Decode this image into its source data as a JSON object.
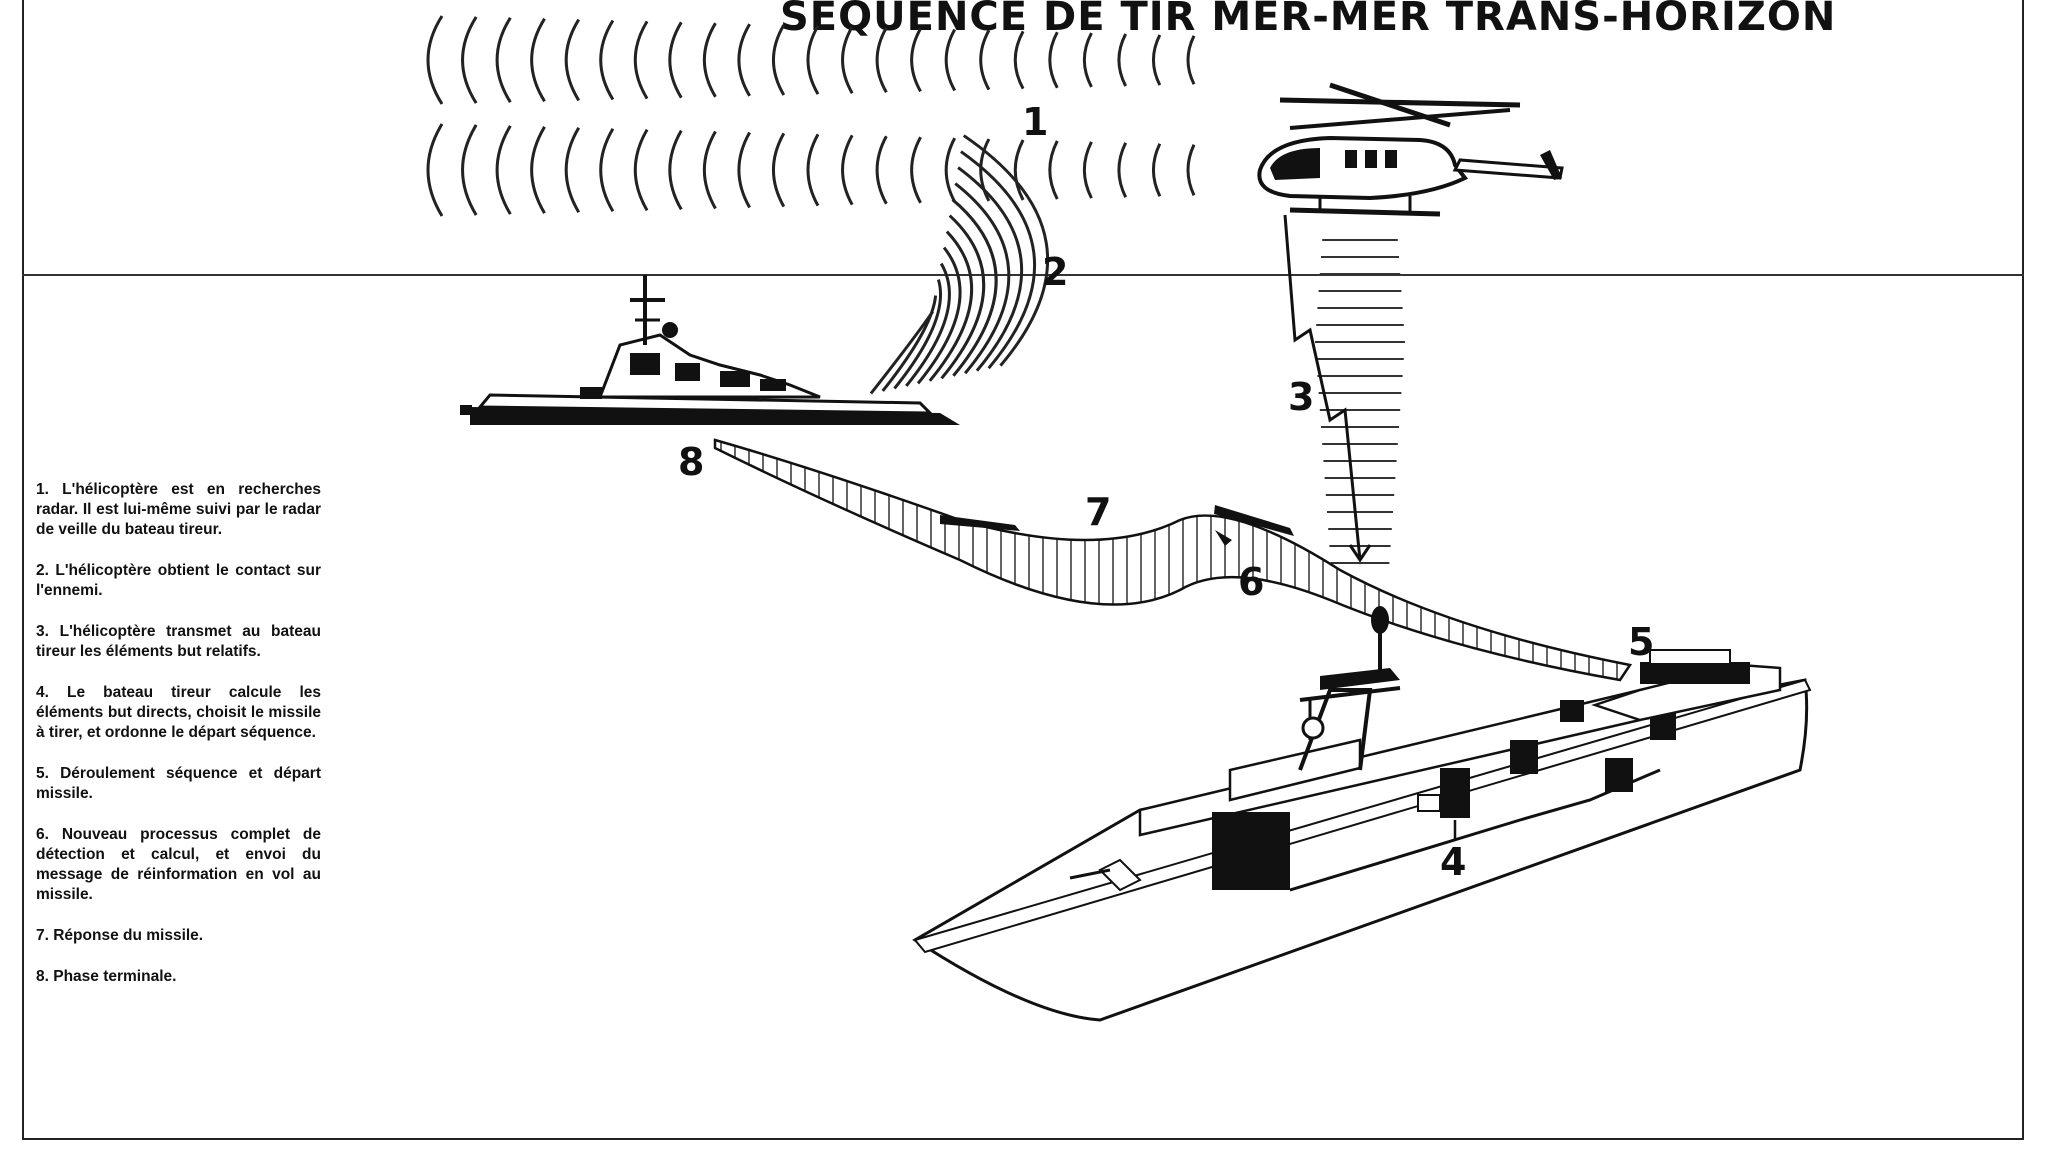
{
  "title": "SEQUENCE DE TIR MER-MER TRANS-HORIZON",
  "steps": [
    {
      "number": "1",
      "text": "1. L'hélicoptère est en recherches radar. Il est lui-même suivi par le radar de veille du bateau tireur."
    },
    {
      "number": "2",
      "text": "2. L'hélicoptère obtient le contact sur l'ennemi."
    },
    {
      "number": "3",
      "text": "3. L'hélicoptère transmet au bateau tireur les éléments but relatifs."
    },
    {
      "number": "4",
      "text": "4. Le bateau tireur calcule les éléments but directs, choisit le missile à tirer, et ordonne le départ séquence."
    },
    {
      "number": "5",
      "text": "5. Déroulement séquence et départ missile."
    },
    {
      "number": "6",
      "text": "6. Nouveau processus complet de détection et calcul, et envoi du message de réinformation en vol au missile."
    },
    {
      "number": "7",
      "text": "7. Réponse du missile."
    },
    {
      "number": "8",
      "text": "8. Phase terminale."
    }
  ],
  "colors": {
    "ink": "#111111",
    "paper": "#ffffff"
  },
  "icons": [
    "helicopter-icon",
    "enemy-ship-icon",
    "firing-ship-icon",
    "missile-icon"
  ]
}
